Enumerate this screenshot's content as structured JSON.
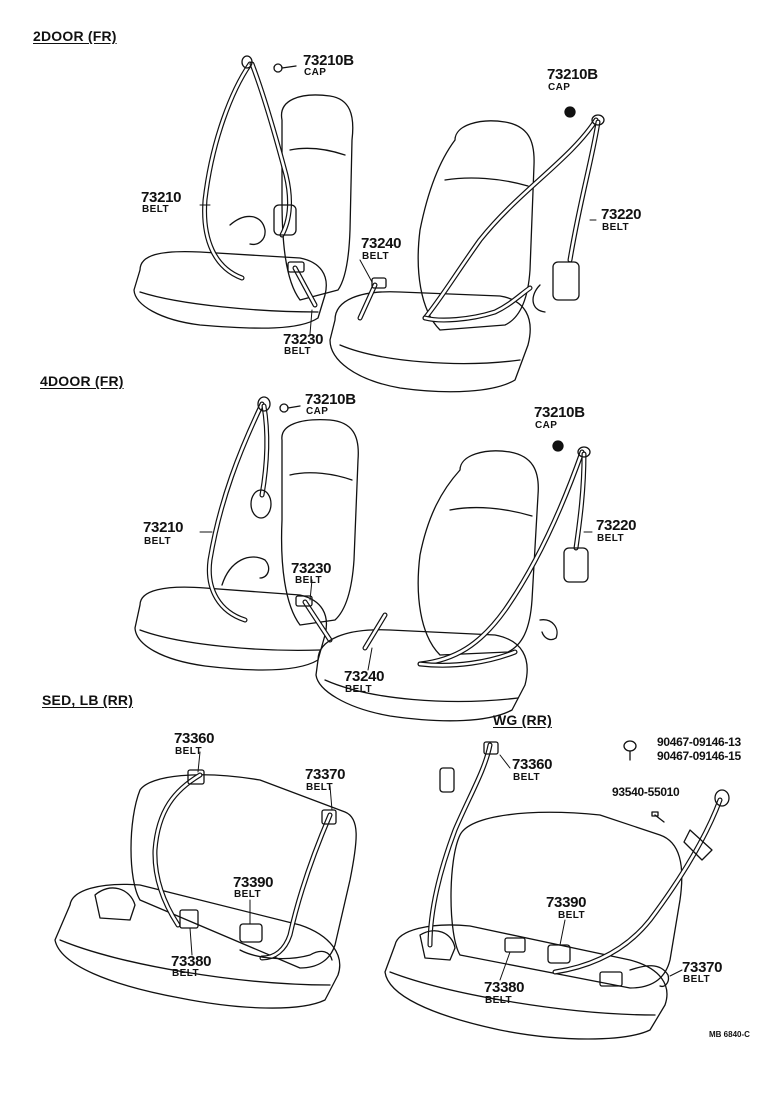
{
  "sections": {
    "s1": "2DOOR (FR)",
    "s2": "4DOOR (FR)",
    "s3": "SED, LB (RR)",
    "s4": "WG (RR)"
  },
  "callouts": {
    "c1": {
      "num": "73210B",
      "sub": "CAP"
    },
    "c2": {
      "num": "73210B",
      "sub": "CAP"
    },
    "c3": {
      "num": "73210",
      "sub": "BELT"
    },
    "c4": {
      "num": "73220",
      "sub": "BELT"
    },
    "c5": {
      "num": "73240",
      "sub": "BELT"
    },
    "c6": {
      "num": "73230",
      "sub": "BELT"
    },
    "c7": {
      "num": "73210B",
      "sub": "CAP"
    },
    "c8": {
      "num": "73210B",
      "sub": "CAP"
    },
    "c9": {
      "num": "73210",
      "sub": "BELT"
    },
    "c10": {
      "num": "73230",
      "sub": "BELT"
    },
    "c11": {
      "num": "73220",
      "sub": "BELT"
    },
    "c12": {
      "num": "73240",
      "sub": "BELT"
    },
    "c13": {
      "num": "73360",
      "sub": "BELT"
    },
    "c14": {
      "num": "73370",
      "sub": "BELT"
    },
    "c15": {
      "num": "73390",
      "sub": "BELT"
    },
    "c16": {
      "num": "73380",
      "sub": "BELT"
    },
    "c17": {
      "num": "73360",
      "sub": "BELT"
    },
    "c18": {
      "num": "90467-09146-13"
    },
    "c19": {
      "num": "90467-09146-15"
    },
    "c20": {
      "num": "93540-55010"
    },
    "c21": {
      "num": "73390",
      "sub": "BELT"
    },
    "c22": {
      "num": "73380",
      "sub": "BELT"
    },
    "c23": {
      "num": "73370",
      "sub": "BELT"
    }
  },
  "drawing_code": "MB 6840-C",
  "colors": {
    "ink": "#111111",
    "paper": "#ffffff"
  }
}
